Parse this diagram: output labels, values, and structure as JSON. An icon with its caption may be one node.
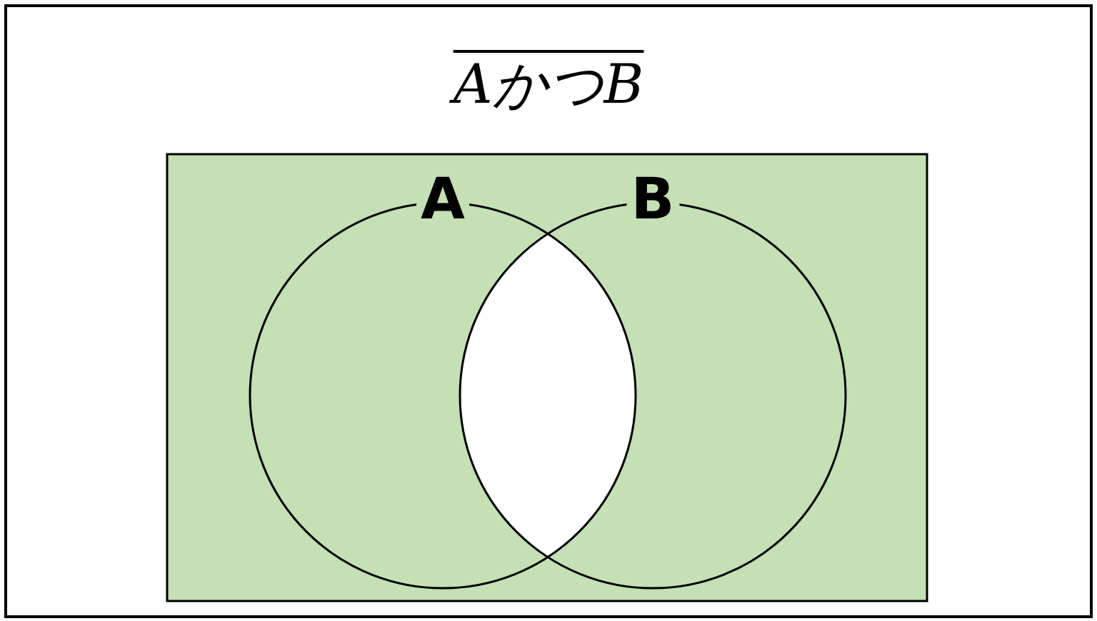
{
  "diagram": {
    "title": "AかつB",
    "nodes": [
      {
        "text": [],
        "shape": "box"
      },
      {
        "text": [
          "A"
        ],
        "in": 0
      },
      {
        "text": [
          "B"
        ],
        "in": 0
      }
    ],
    "edges": []
  }
}
